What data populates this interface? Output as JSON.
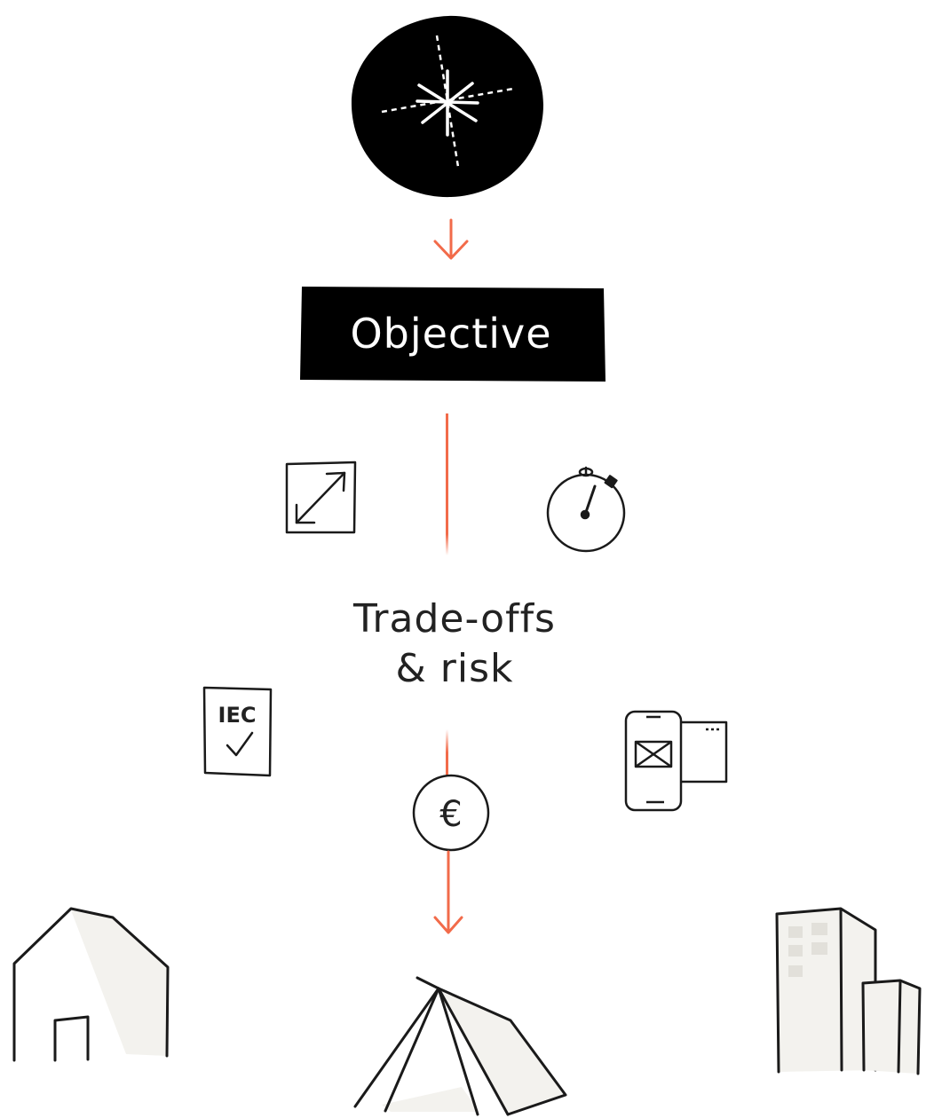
{
  "diagram": {
    "objective_label": "Objective",
    "tradeoffs_line1": "Trade-offs",
    "tradeoffs_line2": "& risk",
    "standard_doc_label": "IEC",
    "currency_symbol": "€"
  },
  "icons": [
    "compass-star-icon",
    "expand-arrows-icon",
    "stopwatch-icon",
    "iec-certificate-icon",
    "devices-icon",
    "euro-coin-icon",
    "house-icon",
    "tent-icon",
    "office-buildings-icon"
  ],
  "colors": {
    "accent": "#f26b4a",
    "ink": "#1a1a1a",
    "fill_light": "#f3f2ee",
    "white": "#ffffff"
  }
}
